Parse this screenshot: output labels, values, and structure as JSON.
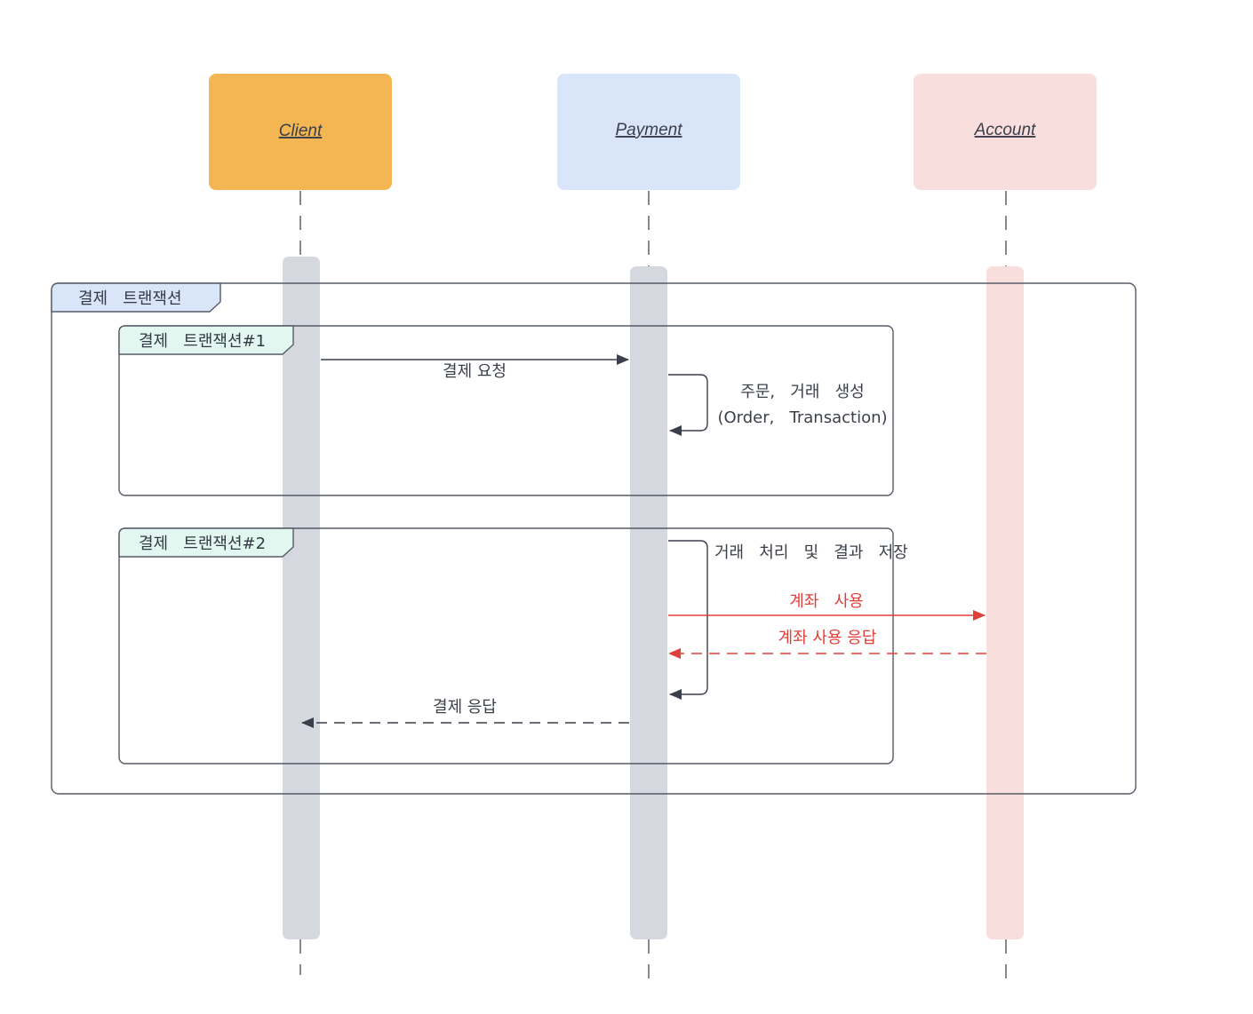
{
  "participants": [
    {
      "id": "client",
      "label": "Client",
      "fill": "#f4b653"
    },
    {
      "id": "payment",
      "label": "Payment",
      "fill": "#d9e6fa"
    },
    {
      "id": "account",
      "label": "Account",
      "fill": "#f9dede"
    }
  ],
  "frames": {
    "outer": {
      "label": "결제   트랜잭션"
    },
    "tx1": {
      "label": "결제   트랜잭션#1"
    },
    "tx2": {
      "label": "결제   트랜잭션#2"
    }
  },
  "messages": {
    "payment_request": "결제 요청",
    "create_order_line1": "주문,   거래   생성",
    "create_order_line2": "(Order,   Transaction)",
    "process_and_save": "거래   처리   및   결과   저장",
    "account_use": "계좌   사용",
    "account_use_response": "계좌 사용 응답",
    "payment_response": "결제 응답"
  },
  "colors": {
    "activation_gray": "#d5d8de",
    "activation_pink": "#f9dede",
    "frame_tab_outer": "#d9e6fa",
    "frame_tab_inner": "#e3f7f1",
    "arrow_dark": "#3a3f4b",
    "arrow_red": "#e0403a"
  }
}
